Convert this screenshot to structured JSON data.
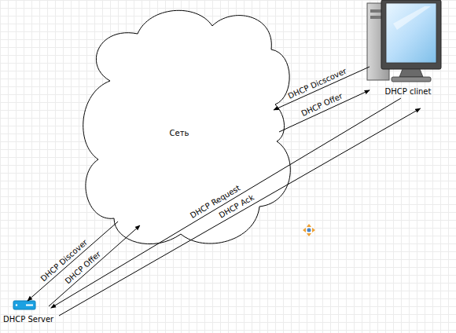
{
  "diagram": {
    "nodes": [
      {
        "text": [
          "Сеть"
        ]
      },
      {
        "text": [
          "DHCP clinet"
        ]
      },
      {
        "text": [
          "DHCP Server"
        ]
      }
    ],
    "edges": [
      {
        "from": 1,
        "to": 0,
        "label": "DHCP Dicscover",
        "arrow": "to"
      },
      {
        "from": 0,
        "to": 1,
        "label": "DHCP Offer",
        "arrow": "to"
      },
      {
        "from": 0,
        "to": 2,
        "label": "DHCP Discover",
        "arrow": "to"
      },
      {
        "from": 2,
        "to": 0,
        "label": "DHCP Offer",
        "arrow": "to"
      },
      {
        "from": 1,
        "to": 2,
        "label": "DHCP Request",
        "arrow": "to"
      },
      {
        "from": 2,
        "to": 1,
        "label": "DHCP Ack",
        "arrow": "to"
      }
    ]
  }
}
